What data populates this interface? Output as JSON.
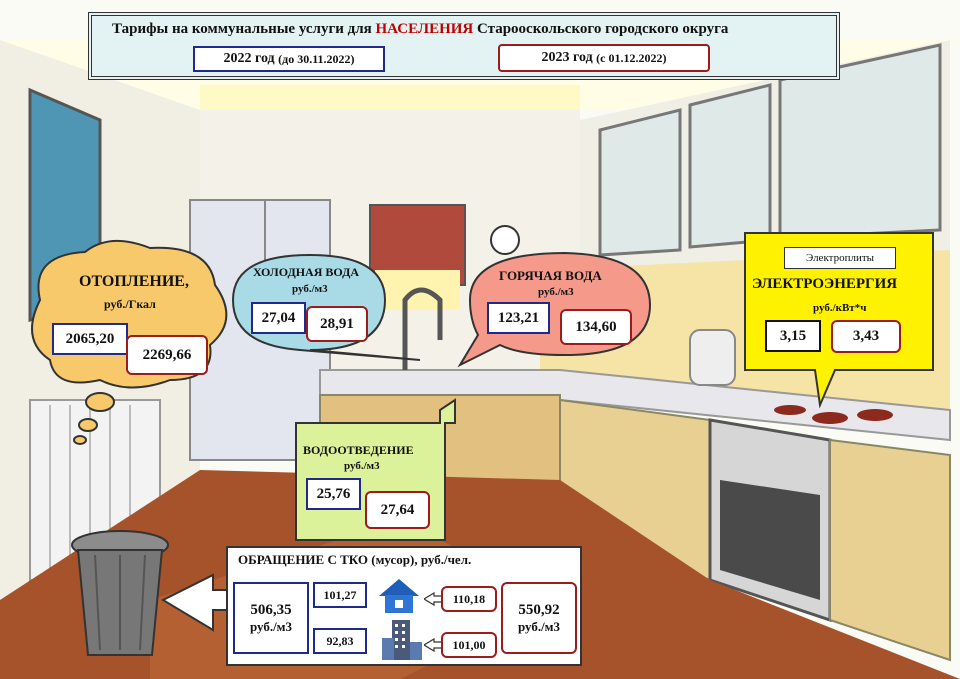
{
  "header": {
    "title_prefix": "Тарифы на коммунальные услуги для",
    "title_highlight": "НАСЕЛЕНИЯ",
    "title_suffix": "Старооскольского городского округа",
    "period_2022": "2022 год",
    "period_2022_note": "(до 30.11.2022)",
    "period_2023": "2023 год",
    "period_2023_note": "(с 01.12.2022)"
  },
  "heating": {
    "title": "ОТОПЛЕНИЕ,",
    "unit": "руб./Гкал",
    "v2022": "2065,20",
    "v2023": "2269,66"
  },
  "cold_water": {
    "title": "ХОЛОДНАЯ ВОДА",
    "unit": "руб./м3",
    "v2022": "27,04",
    "v2023": "28,91"
  },
  "hot_water": {
    "title": "ГОРЯЧАЯ ВОДА",
    "unit": "руб./м3",
    "v2022": "123,21",
    "v2023": "134,60"
  },
  "drainage": {
    "title": "ВОДООТВЕДЕНИЕ",
    "unit": "руб./м3",
    "v2022": "25,76",
    "v2023": "27,64"
  },
  "electricity": {
    "tag": "Электроплиты",
    "title": "ЭЛЕКТРОЭНЕРГИЯ",
    "unit": "руб./кВт*ч",
    "v2022": "3,15",
    "v2023": "3,43"
  },
  "waste": {
    "title": "ОБРАЩЕНИЕ С ТКО (мусор), руб./чел.",
    "total_2022": "506,35",
    "total_2022_unit": "руб./м3",
    "house_2022": "101,27",
    "house_2023": "110,18",
    "apt_2022": "92,83",
    "apt_2023": "101,00",
    "total_2023": "550,92",
    "total_2023_unit": "руб./м3"
  },
  "colors": {
    "old_border": "#1f2a8c",
    "new_border": "#9c1c1c",
    "heating_bubble": "#f7c96b",
    "cold_bubble": "#a9dbe6",
    "hot_bubble": "#f59a8a",
    "drain_panel": "#dcf29a",
    "elec_panel": "#fff200",
    "header_bg": "#e3f2f3"
  }
}
